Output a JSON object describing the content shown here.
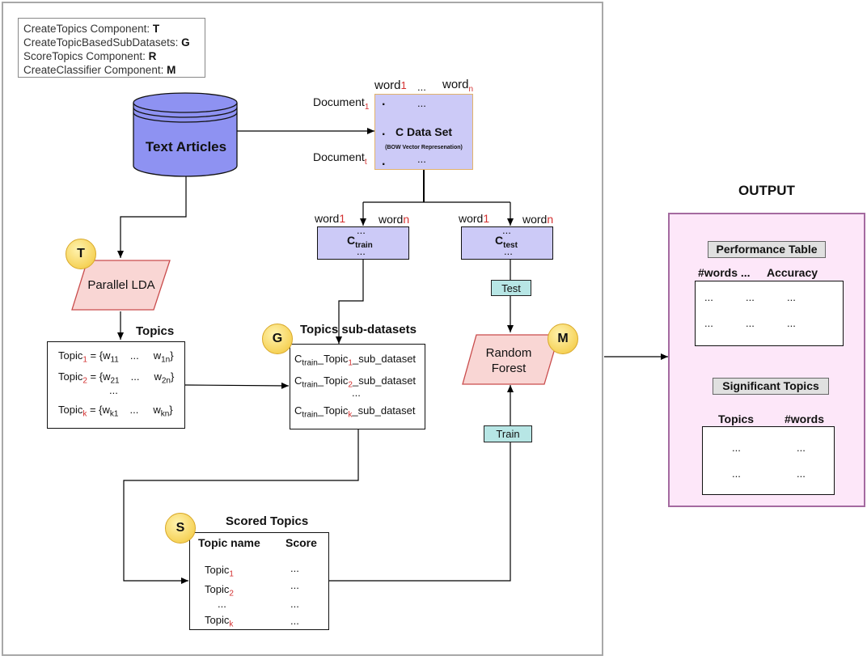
{
  "legend": {
    "line1_text": "CreateTopics Component: ",
    "line1_key": "T",
    "line2_text": "CreateTopicBasedSubDatasets: ",
    "line2_key": "G",
    "line3_text": "ScoreTopics Component: ",
    "line3_key": "R",
    "line4_text": "CreateClassifier Component: ",
    "line4_key": "M"
  },
  "text_articles": {
    "label": "Text Articles",
    "color": "#8e92f2"
  },
  "dataset": {
    "title": "C Data Set",
    "subtitle": "(BOW Vector Represenation)",
    "word": "word",
    "idx1": "1",
    "idxn": "n",
    "document": "Document",
    "doc_idx1": "1",
    "doc_idxt": "t",
    "ellipsis": "...",
    "dot": "."
  },
  "train_box": {
    "word": "word",
    "idx1": "1",
    "idxn": "n",
    "c": "C",
    "sub": "train",
    "ellipsis": "..."
  },
  "test_box": {
    "word": "word",
    "idx1": "1",
    "idxn": "n",
    "c": "C",
    "sub": "test",
    "ellipsis": "..."
  },
  "lda": {
    "badge": "T",
    "label": "Parallel LDA"
  },
  "topics": {
    "title": "Topics",
    "rows": [
      {
        "pre": "Topic",
        "idx": "1",
        "mid": " = {w",
        "w1": "11",
        "dots": "...",
        "wn_pre": "w",
        "wn": "1n",
        "close": "}"
      },
      {
        "pre": "Topic",
        "idx": "2",
        "mid": " = {w",
        "w1": "21",
        "dots": "...",
        "wn_pre": "w",
        "wn": "2n",
        "close": "}"
      },
      {
        "pre": "Topic",
        "idx": "k",
        "mid": " = {w",
        "w1": "k1",
        "dots": "...",
        "wn_pre": "w",
        "wn": "kn",
        "close": "}"
      }
    ],
    "vdots": "..."
  },
  "subdatasets": {
    "badge": "G",
    "title": "Topics sub-datasets",
    "c": "C",
    "sub": "train",
    "mid": "_Topic",
    "suffix": "_sub_dataset",
    "idx": [
      "1",
      "2",
      "k"
    ],
    "vdots": "..."
  },
  "random_forest": {
    "badge": "M",
    "line1": "Random",
    "line2": "Forest"
  },
  "test_label": "Test",
  "train_label": "Train",
  "scored": {
    "badge": "S",
    "title": "Scored Topics",
    "col1": "Topic name",
    "col2": "Score",
    "topic": "Topic",
    "idx": [
      "1",
      "2",
      "k"
    ],
    "ellipsis": "..."
  },
  "output": {
    "title": "OUTPUT",
    "performance_table": "Performance Table",
    "col_words": "#words",
    "col_dots": "...",
    "col_accuracy": "Accuracy",
    "significant_topics": "Significant Topics",
    "col_topics": "Topics",
    "col_words2": "#words",
    "ellipsis": "..."
  }
}
